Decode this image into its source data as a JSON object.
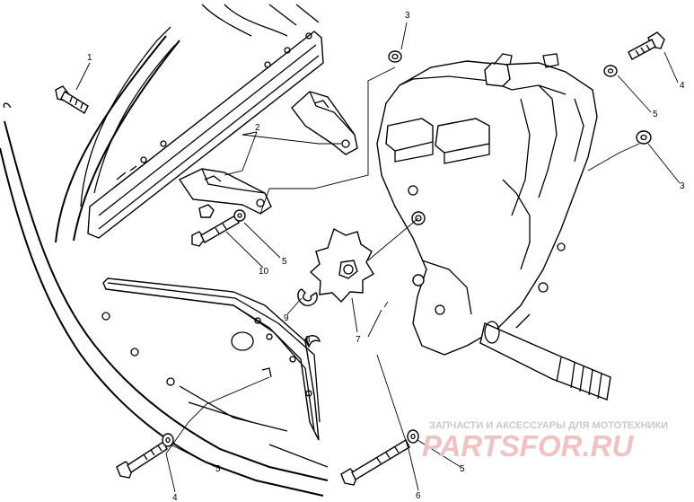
{
  "callouts": [
    {
      "id": "c1",
      "text": "1"
    },
    {
      "id": "c2",
      "text": "2"
    },
    {
      "id": "c3a",
      "text": "3"
    },
    {
      "id": "c3b",
      "text": "3"
    },
    {
      "id": "c4a",
      "text": "4"
    },
    {
      "id": "c4b",
      "text": "4"
    },
    {
      "id": "c5a",
      "text": "5"
    },
    {
      "id": "c5b",
      "text": "5"
    },
    {
      "id": "c5c",
      "text": "5"
    },
    {
      "id": "c5d",
      "text": "5"
    },
    {
      "id": "c6",
      "text": "6"
    },
    {
      "id": "c7",
      "text": "7"
    },
    {
      "id": "c8",
      "text": "8"
    },
    {
      "id": "c9",
      "text": "9"
    },
    {
      "id": "c10",
      "text": "10"
    }
  ],
  "watermark": {
    "tagline": "ЗАПЧАСТИ И АКСЕССУАРЫ ДЛЯ МОТОТЕХНИКИ",
    "brand": "PARTSFOR.RU"
  },
  "colors": {
    "line": "#000000",
    "background": "#ffffff",
    "watermark_brand": "#efc3c3",
    "watermark_tagline": "#c9c9c9"
  }
}
